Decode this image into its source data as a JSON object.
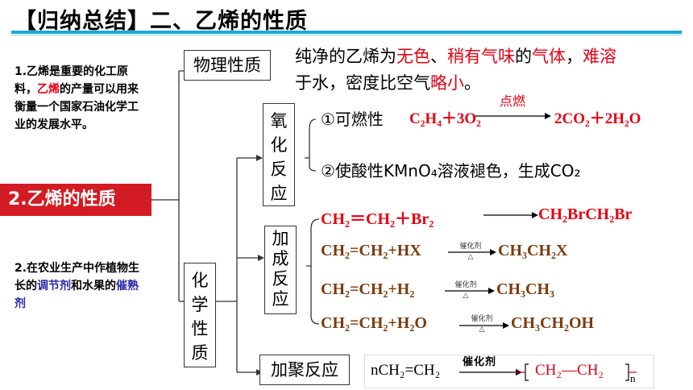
{
  "title": "【归纳总结】二、乙烯的性质",
  "left_notes": {
    "note1_a": "1.乙烯是重要的化工原料，",
    "note1_red": "乙烯",
    "note1_b": "的产量可以用来衡量一个国家石油化学工业的发展水平。",
    "banner": "2.乙烯的性质",
    "note2_a": "2.在农业生产中作植物生长的",
    "note2_blue1": "调节剂",
    "note2_b": "和水果的",
    "note2_blue2": "催熟剂"
  },
  "nodes": {
    "physical": "物理性质",
    "chemical": [
      "化",
      "学",
      "性",
      "质"
    ],
    "oxidation": [
      "氧",
      "化",
      "反",
      "应"
    ],
    "addition": [
      "加",
      "成",
      "反",
      "应"
    ],
    "polymerization": "加聚反应"
  },
  "physical_desc": {
    "p1": "纯净的乙烯为",
    "red1": "无色",
    "p2": "、",
    "red2": "稍有气味",
    "p3": "的",
    "red3": "气体",
    "p4": "，",
    "red4": "难溶",
    "p5": "于水，密度比空气",
    "red5": "略小",
    "p6": "。"
  },
  "oxidation": {
    "item1_label": "①可燃性",
    "item1_condition": "点燃",
    "item1_lhs": "C₂H₄＋3O₂",
    "item1_rhs": "2CO₂＋2H₂O",
    "item2_label": "②使酸性KMnO₄溶液褪色，生成CO₂"
  },
  "addition": {
    "eq1_lhs": "CH₂＝CH₂＋Br₂",
    "eq1_rhs": "CH₂BrCH₂Br",
    "eq2_lhs": "CH₂=CH₂+HX",
    "eq2_rhs": "CH₃CH₂X",
    "eq3_lhs": "CH₂=CH₂+H₂",
    "eq3_rhs": "CH₃CH₃",
    "eq4_lhs": "CH₂=CH₂+H₂O",
    "eq4_rhs": "CH₃CH₂OH",
    "catalyst": "催化剂",
    "heat": "△"
  },
  "polymerization": {
    "lhs": "nCH₂=CH₂",
    "catalyst": "催化剂",
    "product": "CH₂—CH₂",
    "subscript_n": "n"
  },
  "colors": {
    "title_bar": "#17a9d8",
    "banner": "#d31b23",
    "red": "#e60012",
    "brown": "#7a3b0d",
    "blue": "#2a2aa8"
  }
}
